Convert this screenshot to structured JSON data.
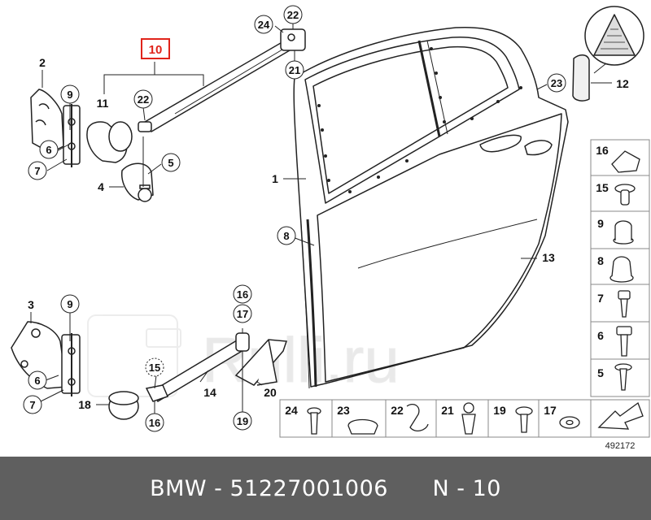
{
  "diagram": {
    "diagram_number": "492172",
    "watermark": "Rulli.ru",
    "callouts": {
      "c1": "1",
      "c2": "2",
      "c3": "3",
      "c4": "4",
      "c5": "5",
      "c6a": "6",
      "c6b": "6",
      "c7a": "7",
      "c7b": "7",
      "c8": "8",
      "c9a": "9",
      "c9b": "9",
      "c10": "10",
      "c11": "11",
      "c12": "12",
      "c13": "13",
      "c14": "14",
      "c15": "15",
      "c16a": "16",
      "c16b": "16",
      "c17": "17",
      "c18": "18",
      "c19": "19",
      "c20": "20",
      "c21": "21",
      "c22a": "22",
      "c22b": "22",
      "c23": "23",
      "c24": "24"
    },
    "side_panel": [
      "16",
      "15",
      "9",
      "8",
      "7",
      "6",
      "5"
    ],
    "bottom_panel": [
      "24",
      "23",
      "22",
      "21",
      "19",
      "17"
    ]
  },
  "footer": {
    "brand": "BMW",
    "separator": " - ",
    "part_number": "51227001006",
    "ref_label": "N - 10"
  },
  "colors": {
    "highlight": "#e0241b",
    "footer_bg": "#5f5f5f"
  }
}
